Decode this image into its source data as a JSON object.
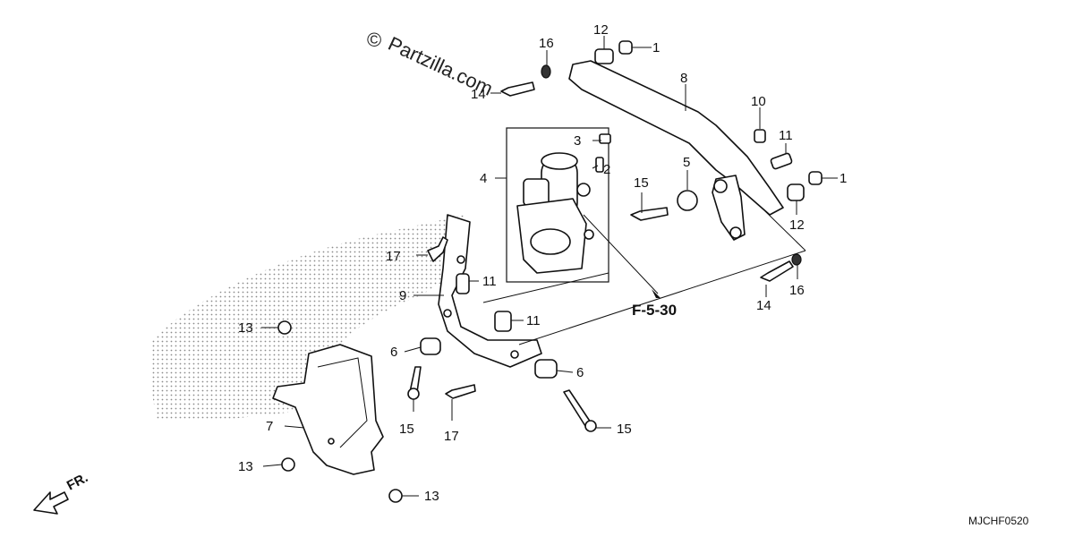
{
  "watermark": {
    "symbol": "©",
    "text": "Partzilla.com"
  },
  "diagram_code": "MJCHF0520",
  "reference": "F-5-30",
  "direction_label": "FR.",
  "callouts": {
    "c1a": "1",
    "c1b": "1",
    "c2": "2",
    "c3": "3",
    "c4": "4",
    "c5": "5",
    "c6a": "6",
    "c6b": "6",
    "c7": "7",
    "c8": "8",
    "c9": "9",
    "c10": "10",
    "c11a": "11",
    "c11b": "11",
    "c11c": "11",
    "c12a": "12",
    "c12b": "12",
    "c13a": "13",
    "c13b": "13",
    "c13c": "13",
    "c14a": "14",
    "c14b": "14",
    "c15a": "15",
    "c15b": "15",
    "c15c": "15",
    "c16a": "16",
    "c16b": "16",
    "c17a": "17",
    "c17b": "17"
  }
}
